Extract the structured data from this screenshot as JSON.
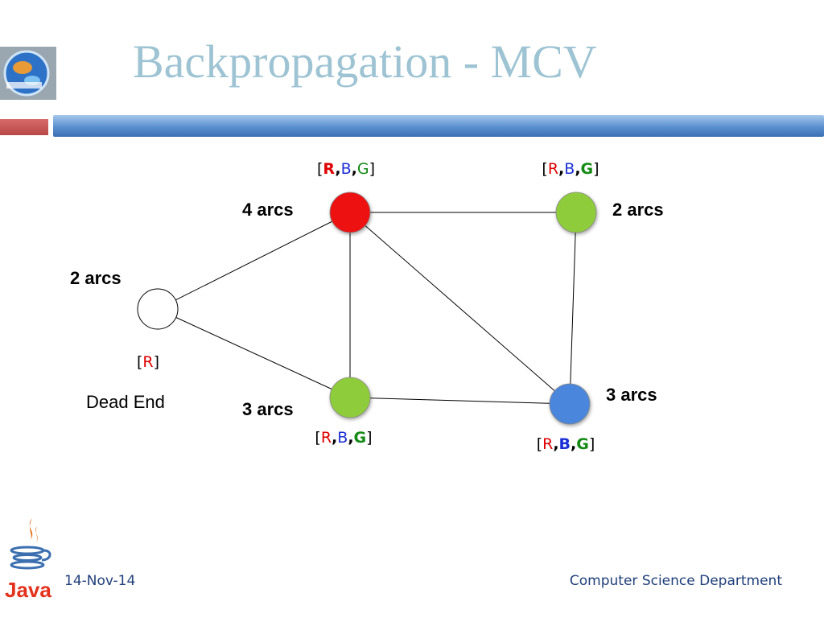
{
  "slide": {
    "title": "Backpropagation - MCV",
    "footer_date": "14-Nov-14",
    "footer_department": "Computer Science Department"
  },
  "colors": {
    "title": "#9ec4d4",
    "red_value": "#e00000",
    "blue_value": "#1a2fd6",
    "green_value": "#138a13",
    "node_red": "#ee1111",
    "node_green": "#8fcc3c",
    "node_blue": "#4a86dc",
    "node_empty": "#ffffff"
  },
  "nodes": {
    "top_left": {
      "fill": "red",
      "arcs_label": "4 arcs",
      "domain": [
        {
          "text": "R",
          "color": "red",
          "bold": true
        },
        {
          "text": "B",
          "color": "blue",
          "bold": false
        },
        {
          "text": "G",
          "color": "green",
          "bold": false
        }
      ]
    },
    "top_right": {
      "fill": "green",
      "arcs_label": "2 arcs",
      "domain": [
        {
          "text": "R",
          "color": "red",
          "bold": false
        },
        {
          "text": "B",
          "color": "blue",
          "bold": false
        },
        {
          "text": "G",
          "color": "green",
          "bold": true
        }
      ]
    },
    "left": {
      "fill": "empty",
      "arcs_label": "2 arcs",
      "domain": [
        {
          "text": "R",
          "color": "red",
          "bold": false
        }
      ],
      "note": "Dead End"
    },
    "bottom_left": {
      "fill": "green",
      "arcs_label": "3 arcs",
      "domain": [
        {
          "text": "R",
          "color": "red",
          "bold": false
        },
        {
          "text": "B",
          "color": "blue",
          "bold": false
        },
        {
          "text": "G",
          "color": "green",
          "bold": true
        }
      ]
    },
    "bottom_right": {
      "fill": "blue",
      "arcs_label": "3 arcs",
      "domain": [
        {
          "text": "R",
          "color": "red",
          "bold": false
        },
        {
          "text": "B",
          "color": "blue",
          "bold": true
        },
        {
          "text": "G",
          "color": "green",
          "bold": true
        }
      ]
    }
  },
  "edges": [
    [
      "top_left",
      "top_right"
    ],
    [
      "top_left",
      "left"
    ],
    [
      "top_left",
      "bottom_left"
    ],
    [
      "top_left",
      "bottom_right"
    ],
    [
      "top_right",
      "bottom_right"
    ],
    [
      "left",
      "bottom_left"
    ],
    [
      "bottom_left",
      "bottom_right"
    ]
  ]
}
